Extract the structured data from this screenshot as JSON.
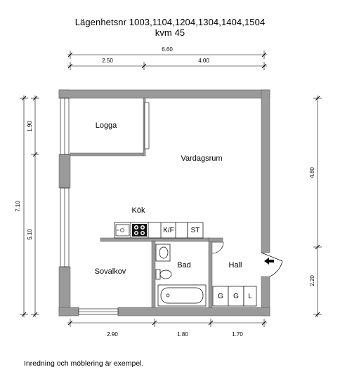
{
  "header": {
    "title_line1": "Lägenhetsnr 1003,1104,1204,1304,1404,1504",
    "title_line2": "kvm 45"
  },
  "rooms": {
    "logga": "Logga",
    "vardagsrum": "Vardagsrum",
    "kok": "Kök",
    "sovalkov": "Sovalkov",
    "bad": "Bad",
    "hall": "Hall"
  },
  "appliances": {
    "kf": "K/F",
    "st": "ST",
    "g1": "G",
    "g2": "G",
    "l": "L"
  },
  "dimensions": {
    "top_total": "6.60",
    "top_left": "2.50",
    "top_right": "4.00",
    "bottom_1": "2.90",
    "bottom_2": "1.80",
    "bottom_3": "1.70",
    "left_total": "7.10",
    "left_upper": "1.90",
    "left_lower": "5.10",
    "right_upper": "4.80",
    "right_lower": "2.20"
  },
  "footnote": "Inredning och möblering är exempel.",
  "colors": {
    "wall": "#9a9a9a",
    "line": "#000000"
  }
}
